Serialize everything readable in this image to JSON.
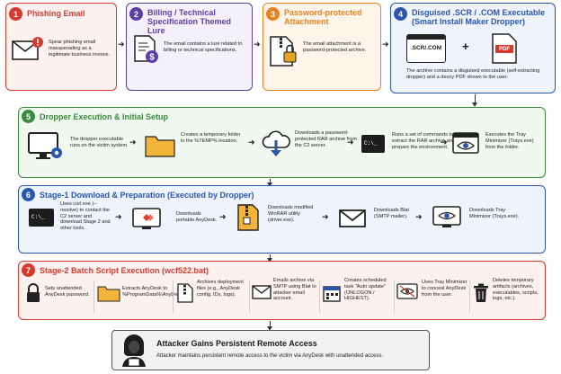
{
  "step1": {
    "num": "1",
    "title": "Phishing Email",
    "text": "Spear phishing email masquerading as a legitimate business invoice."
  },
  "step2": {
    "num": "2",
    "title": "Billing / Technical Specification Themed Lure",
    "text": "The email contains a lure related to billing or technical specifications."
  },
  "step3": {
    "num": "3",
    "title": "Password-protected Attachment",
    "text": "The email attachment is a password-protected archive."
  },
  "step4": {
    "num": "4",
    "title": "Disguised .SCR / .COM Executable (Smart Install Maker Dropper)",
    "scr_label": ".SCR/.COM",
    "pdf_label": "PDF",
    "plus": "+",
    "text": "The archive contains a disguised executable (self-extracting dropper) and a decoy PDF shown to the user."
  },
  "step5": {
    "num": "5",
    "title": "Dropper Execution & Initial Setup",
    "items": [
      "The dropper executable runs on the victim system.",
      "Creates a temporary folder in the %TEMP% location.",
      "Downloads a password-protected RAR archive from the C2 server.",
      "Runs a set of commands to extract the RAR archive and prepare the environment.",
      "Executes the Tray Minimizer (Trays.exe) from the folder."
    ]
  },
  "step6": {
    "num": "6",
    "title": "Stage-1 Download & Preparation (Executed by Dropper)",
    "items": [
      "Uses curl.exe (--resolve) to contact the C2 server and download Stage 2 and other tools.",
      "Downloads portable AnyDesk.",
      "Downloads modified WinRAR utility (driver.exe).",
      "Downloads Blat (SMTP mailer).",
      "Downloads Tray Minimizer (Trays.exe)."
    ]
  },
  "step7": {
    "num": "7",
    "title": "Stage-2 Batch Script Execution (wcf522.bat)",
    "items": [
      "Sets unattended AnyDesk password.",
      "Extracts AnyDesk to %ProgramData%\\AnyDesk.",
      "Archives deployment files (e.g., AnyDesk config, IDs, logs).",
      "Emails archive via SMTP using Blat to attacker email account.",
      "Creates scheduled task \"Auto update\" (ONLOGON / HIGHEST).",
      "Uses Tray Minimizer to conceal AnyDesk from the user.",
      "Deletes temporary artifacts (archives, executables, scripts, logs, etc.)."
    ]
  },
  "final": {
    "title": "Attacker Gains Persistent Remote Access",
    "text": "Attacker maintains persistent remote access to the victim via AnyDesk with unattended access."
  },
  "terminal_prompt": "C:\\_",
  "colors": {
    "red": "#d63a2f",
    "purple": "#5b3fa6",
    "orange": "#e8821e",
    "blue": "#2a56b0",
    "green": "#3a8a3e"
  }
}
